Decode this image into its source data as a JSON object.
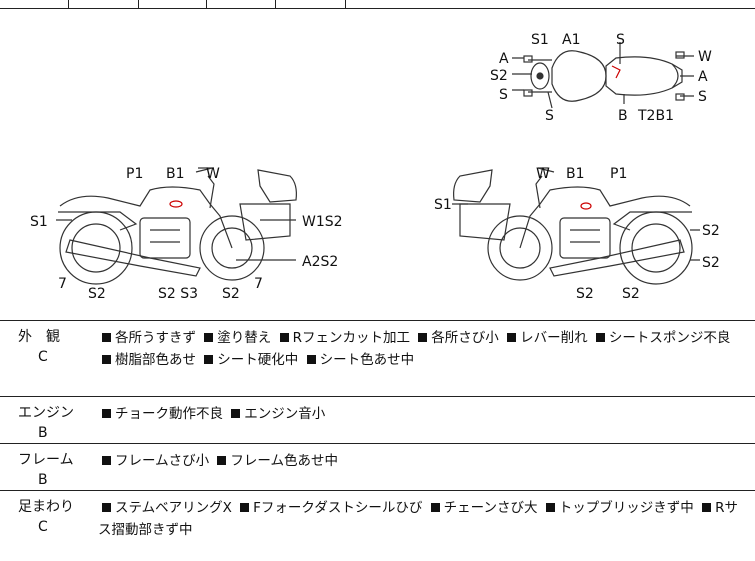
{
  "diagram": {
    "top_view_labels": {
      "s1": "S1",
      "a1": "A1",
      "s_top": "S",
      "a_left": "A",
      "s2_left": "S2",
      "s_left": "S",
      "s_bottom": "S",
      "b": "B",
      "t2b1": "T2B1",
      "w_right": "W",
      "a_right": "A",
      "s_right": "S"
    },
    "left_side_labels": {
      "p1": "P1",
      "b1": "B1",
      "w": "W",
      "s1": "S1",
      "w1s2": "W1S2",
      "a2s2": "A2S2",
      "n7a": "7",
      "n7b": "7",
      "s2a": "S2",
      "s2s3": "S2 S3",
      "s2b": "S2"
    },
    "right_side_labels": {
      "w": "W",
      "b1": "B1",
      "p1": "P1",
      "s1": "S1",
      "s2r1": "S2",
      "s2r2": "S2",
      "s2a": "S2",
      "s2b": "S2"
    }
  },
  "rows": [
    {
      "category": "外　観",
      "grade": "C",
      "items": [
        "各所うすきず",
        "塗り替え",
        "Rフェンカット加工",
        "各所さび小",
        "レバー削れ",
        "シートスポンジ不良",
        "樹脂部色あせ",
        "シート硬化中",
        "シート色あせ中"
      ]
    },
    {
      "category": "エンジン",
      "grade": "B",
      "items": [
        "チョーク動作不良",
        "エンジン音小"
      ]
    },
    {
      "category": "フレーム",
      "grade": "B",
      "items": [
        "フレームさび小",
        "フレーム色あせ中"
      ]
    },
    {
      "category": "足まわり",
      "grade": "C",
      "items": [
        "ステムベアリングX",
        "Fフォークダストシールひび",
        "チェーンさび大",
        "トップブリッジきず中",
        "Rサス摺動部きず中"
      ]
    }
  ]
}
